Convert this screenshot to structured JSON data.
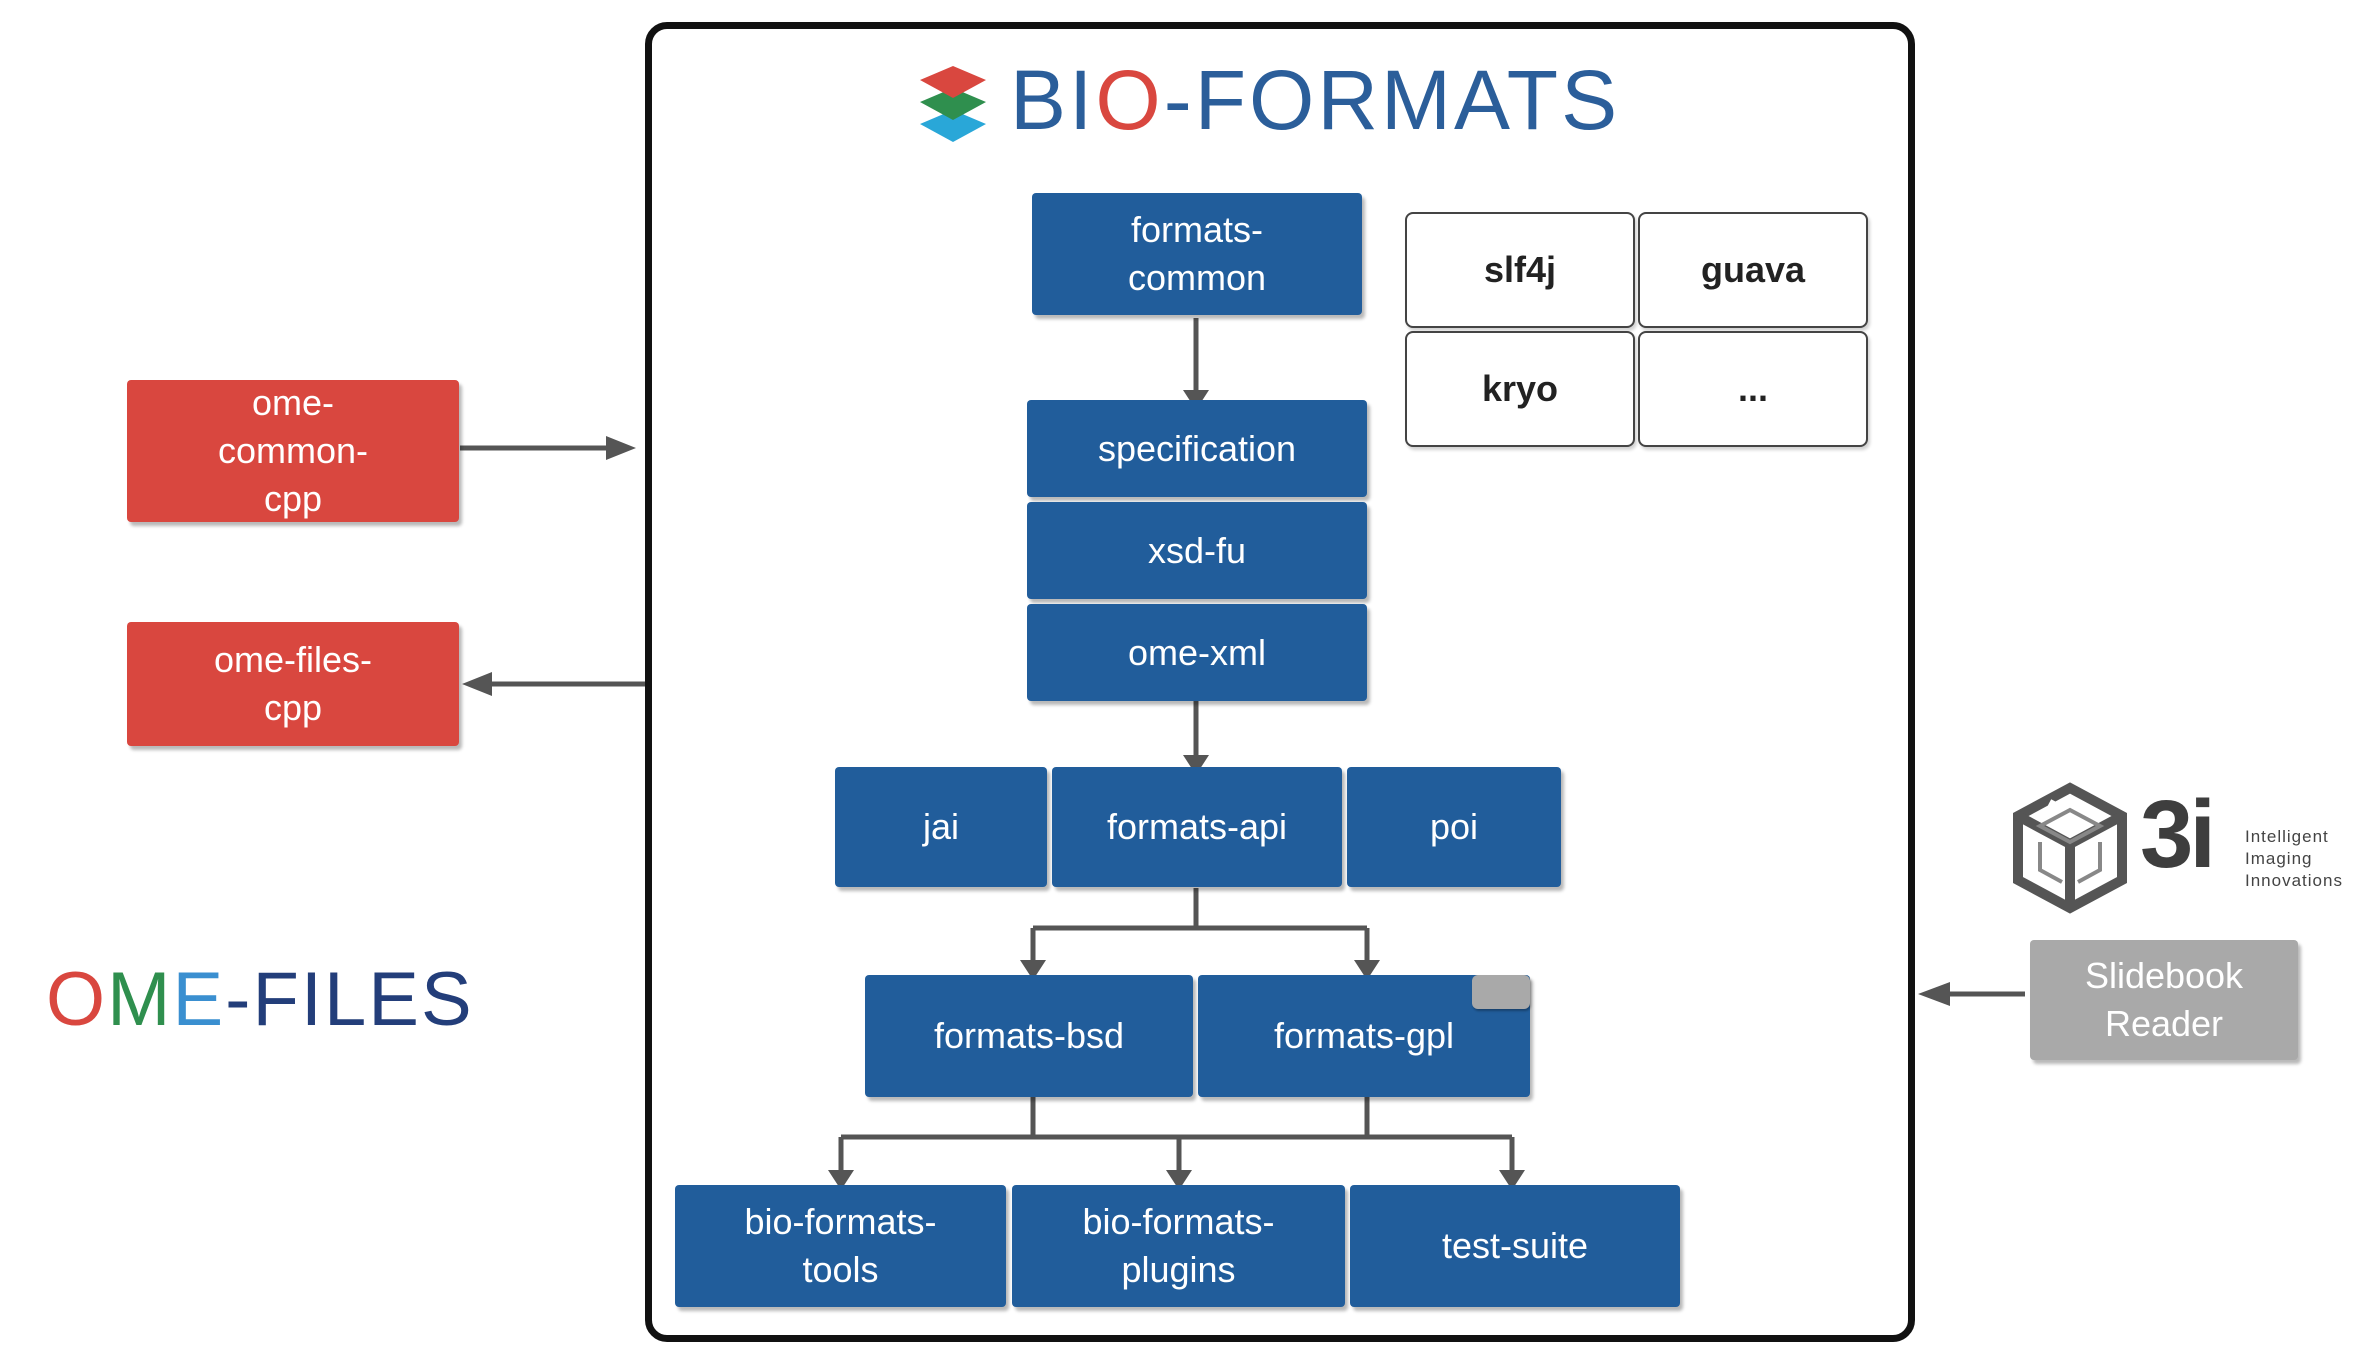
{
  "header": {
    "logo_text_1": "BI",
    "logo_text_2": "O",
    "logo_text_3": "-FORMATS"
  },
  "core": {
    "formats_common": "formats-\ncommon",
    "specification": "specification",
    "xsd_fu": "xsd-fu",
    "ome_xml": "ome-xml",
    "jai": "jai",
    "formats_api": "formats-api",
    "poi": "poi",
    "formats_bsd": "formats-bsd",
    "formats_gpl": "formats-gpl",
    "bio_formats_tools": "bio-formats-\ntools",
    "bio_formats_plugins": "bio-formats-\nplugins",
    "test_suite": "test-suite"
  },
  "dependencies": {
    "slf4j": "slf4j",
    "guava": "guava",
    "kryo": "kryo",
    "more": "..."
  },
  "ome_files": {
    "common_cpp": "ome-\ncommon-\ncpp",
    "files_cpp": "ome-files-\ncpp",
    "logo_o": "O",
    "logo_m": "M",
    "logo_e": "E",
    "logo_rest": "-FILES"
  },
  "three_i": {
    "logo_3i": "3i",
    "tagline": "Intelligent\nImaging\nInnovations",
    "slidebook_reader": "Slidebook\nReader"
  },
  "colors": {
    "core_blue": "#215d9b",
    "ome_red": "#d9473f",
    "reader_grey": "#a9a9a9",
    "title_blue": "#2b5e9a",
    "title_red": "#d9473f",
    "ome_green": "#2f8f4e",
    "ome_lightblue": "#3a8fd0",
    "ome_navy": "#233e7a"
  },
  "icons": {
    "bio_formats_logo": "stacked-layers-icon",
    "three_i_logo": "3i-cube-icon"
  }
}
